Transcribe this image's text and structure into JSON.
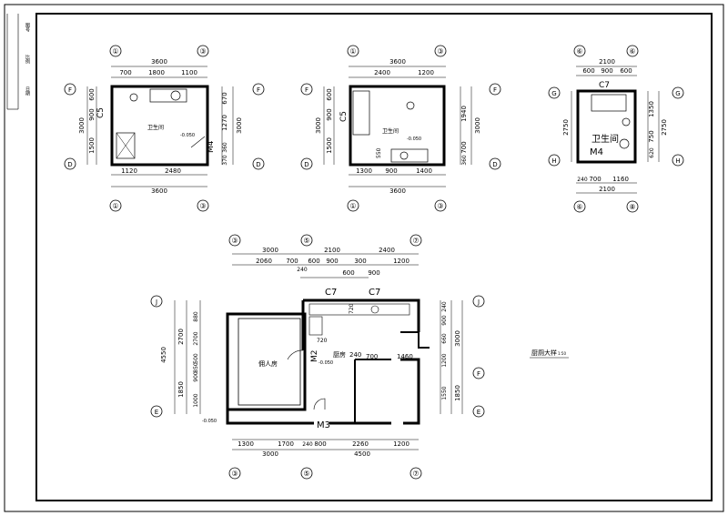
{
  "title_block": {
    "cells": [
      "图号",
      "比例",
      "日期"
    ]
  },
  "plan1": {
    "top_total": "3600",
    "top_segs": [
      "700",
      "1800",
      "1100"
    ],
    "bottom_segs": [
      "1120",
      "2480"
    ],
    "bottom_total": "3600",
    "left_total": "3000",
    "left_segs": [
      "600",
      "900",
      "1500"
    ],
    "right_total": "3000",
    "right_segs": [
      "670",
      "1270",
      "360",
      "370"
    ],
    "axis_top": [
      "①",
      "③"
    ],
    "axis_bottom": [
      "①",
      "③"
    ],
    "axis_left": [
      "F",
      "D"
    ],
    "axis_right": [
      "F",
      "D"
    ],
    "room": "卫生间",
    "level": "-0.050",
    "window": "C5",
    "door": "M4"
  },
  "plan2": {
    "top_total": "3600",
    "top_segs": [
      "2400",
      "1200"
    ],
    "bottom_segs": [
      "1300",
      "900",
      "1400"
    ],
    "bottom_total": "3600",
    "left_total": "3000",
    "left_segs": [
      "600",
      "900",
      "1500"
    ],
    "right_total": "3000",
    "right_segs": [
      "1940",
      "700",
      "360"
    ],
    "inner_dim": "550",
    "axis_top": [
      "①",
      "③"
    ],
    "axis_bottom": [
      "①",
      "③"
    ],
    "axis_left": [
      "F",
      "D"
    ],
    "axis_right": [
      "F",
      "D"
    ],
    "room": "卫生间",
    "level": "-0.050",
    "window": "C5"
  },
  "plan3": {
    "top_total": "2100",
    "top_segs": [
      "600",
      "900",
      "600"
    ],
    "bottom_segs": [
      "240",
      "700",
      "1160"
    ],
    "bottom_total": "2100",
    "left_total": "2750",
    "right_total": "2750",
    "right_segs": [
      "1350",
      "750",
      "620"
    ],
    "axis_top": [
      "⑥",
      "⑥"
    ],
    "axis_bottom": [
      "⑥",
      "⑧"
    ],
    "axis_left": [
      "G",
      "H"
    ],
    "axis_right": [
      "G",
      "H"
    ],
    "room": "卫生间",
    "window": "C7",
    "door": "M4"
  },
  "plan4": {
    "top_main": [
      "3000",
      "2100",
      "2400"
    ],
    "top_sub": [
      "2060",
      "700",
      "600",
      "900",
      "300",
      "1200"
    ],
    "top_inner": [
      "240",
      "600",
      "900"
    ],
    "bottom_segs": [
      "1300",
      "1700",
      "240",
      "800",
      "2260",
      "1200"
    ],
    "bottom_main": [
      "3000",
      "4500"
    ],
    "left_total": "4550",
    "left_mid": [
      "2700",
      "1850"
    ],
    "left_segs": [
      "880",
      "2700",
      "500",
      "850",
      "900",
      "1000"
    ],
    "right_total": "3000",
    "right_mid": [
      "1200",
      "1550",
      "1850"
    ],
    "right_segs": [
      "240",
      "900",
      "660"
    ],
    "axis_top": [
      "③",
      "⑤",
      "⑦"
    ],
    "axis_bottom": [
      "③",
      "⑤",
      "⑦"
    ],
    "axis_left": [
      "J",
      "E"
    ],
    "axis_right": [
      "J",
      "F",
      "E"
    ],
    "room_bed": "佣人房",
    "room_kitchen": "厨房",
    "kitchen_extra": "240",
    "dims_inner": [
      "720",
      "700",
      "1460",
      "720"
    ],
    "levels": [
      "-0.050",
      "-0.050"
    ],
    "windows": [
      "C7",
      "C7"
    ],
    "doors": [
      "M2",
      "M3"
    ],
    "caption": "厨厕大样",
    "caption_scale": "1:50"
  }
}
